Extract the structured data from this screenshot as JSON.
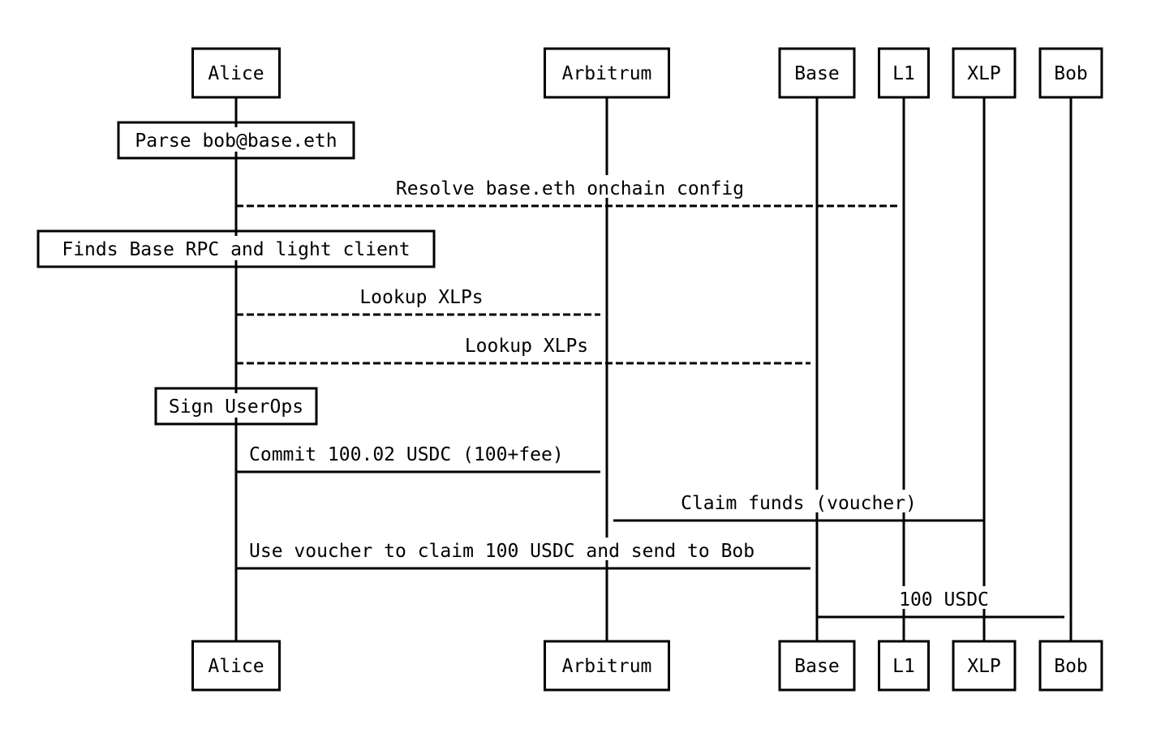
{
  "diagram": {
    "type": "sequence",
    "stroke_color": "#000000",
    "background": "#ffffff",
    "participants": [
      {
        "id": "alice",
        "label": "Alice"
      },
      {
        "id": "arbitrum",
        "label": "Arbitrum"
      },
      {
        "id": "base",
        "label": "Base"
      },
      {
        "id": "l1",
        "label": "L1"
      },
      {
        "id": "xlp",
        "label": "XLP"
      },
      {
        "id": "bob",
        "label": "Bob"
      }
    ],
    "events": [
      {
        "kind": "note",
        "over": "alice",
        "text": "Parse bob@base.eth"
      },
      {
        "kind": "message",
        "from": "alice",
        "to": "l1",
        "style": "dashed",
        "text": "Resolve base.eth onchain config"
      },
      {
        "kind": "note",
        "over": "alice",
        "text": "Finds Base RPC and light client"
      },
      {
        "kind": "message",
        "from": "alice",
        "to": "arbitrum",
        "style": "dashed",
        "text": "Lookup XLPs"
      },
      {
        "kind": "message",
        "from": "alice",
        "to": "base",
        "style": "dashed",
        "text": "Lookup XLPs"
      },
      {
        "kind": "note",
        "over": "alice",
        "text": "Sign UserOps"
      },
      {
        "kind": "message",
        "from": "alice",
        "to": "arbitrum",
        "style": "solid",
        "text": "Commit 100.02 USDC (100+fee)"
      },
      {
        "kind": "message",
        "from": "arbitrum",
        "to": "xlp",
        "style": "solid",
        "text": "Claim funds (voucher)"
      },
      {
        "kind": "message",
        "from": "alice",
        "to": "base",
        "style": "solid",
        "text": "Use voucher to claim 100 USDC and send to Bob"
      },
      {
        "kind": "message",
        "from": "base",
        "to": "bob",
        "style": "solid",
        "text": "100 USDC"
      }
    ]
  }
}
